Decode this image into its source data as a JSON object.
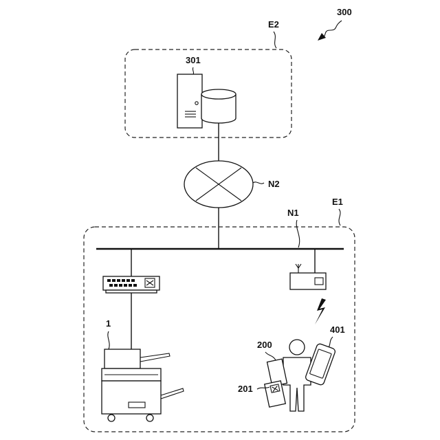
{
  "labels": {
    "system": "300",
    "env_remote": "E2",
    "server": "301",
    "network_wan": "N2",
    "network_lan": "N1",
    "env_local": "E1",
    "printer": "1",
    "device_user": "200",
    "device_reader": "201",
    "device_phone": "401"
  }
}
